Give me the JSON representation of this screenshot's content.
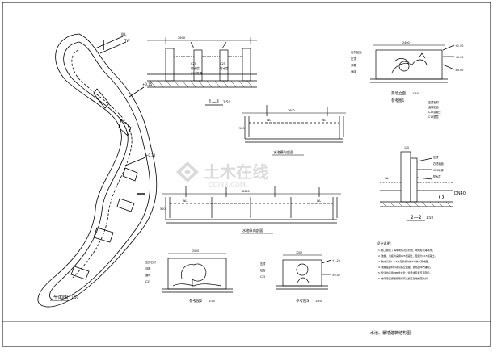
{
  "drawing": {
    "plan_label": "平面图",
    "plan_scale": "1:50",
    "section11_label": "1—1",
    "section11_scale": "1:50",
    "section22_label": "2—2",
    "section22_scale": "1:50",
    "wall_elev_label": "景墙立面",
    "wall_elev_scale": "1:50",
    "ref1_label": "参考图1",
    "ref2_label": "参考图2",
    "ref2_scale": "1:50",
    "ref3_label": "参考图3",
    "ref3_scale": "1:50",
    "pool_horiz_label": "水池横向剖面",
    "pool_long_label": "水池纵向剖面",
    "dn_label": "DN40",
    "notes_title": "设计说明:",
    "notes": [
      "1. 施工前应了解现场情况及管线、场地标高等条件。",
      "2. 池壁、池底均采用C25混凝土，垫层为C15混凝土。",
      "3. 防水采用1:2.5水泥砂浆内掺5%防水剂抹面。",
      "4. 池壁贴面材料详见各立面图，颜色由甲方确定。",
      "5. 管道均采用PPR给水管，管径详见各节点图示。",
      "6. 未尽事宜按国家现行有关施工验收规范执行。"
    ],
    "sheet_title": "水池、景墙建筑结构图",
    "watermark_cn": "土木在线",
    "watermark_en": "COI88.COM"
  }
}
